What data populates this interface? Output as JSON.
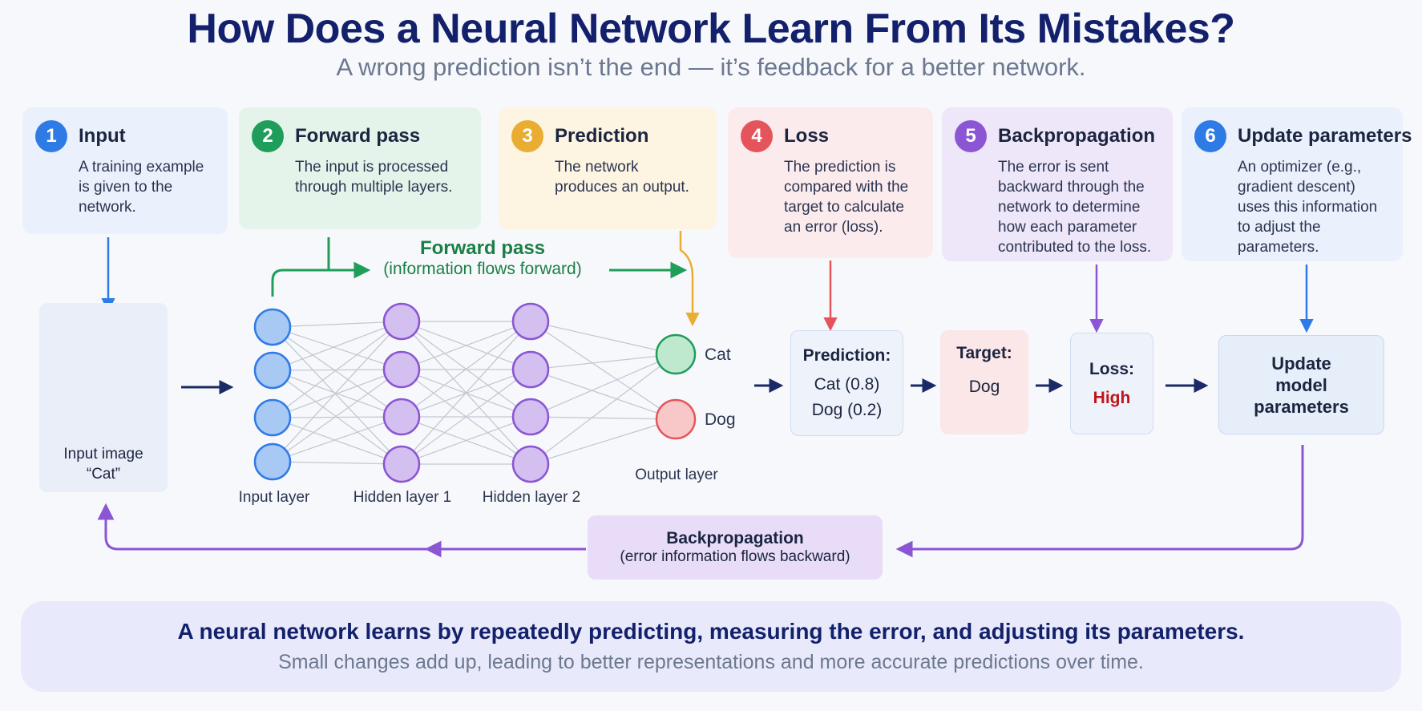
{
  "title": "How Does a Neural Network Learn From Its Mistakes?",
  "subtitle": "A wrong prediction isn’t the end — it’s feedback for a better network.",
  "steps": [
    {
      "num": "1",
      "title": "Input",
      "text": "A training example is given to the network.",
      "color": "#2f7be6",
      "bg": "#eaf1fc"
    },
    {
      "num": "2",
      "title": "Forward pass",
      "text": "The input is processed through multiple layers.",
      "color": "#1f9d5a",
      "bg": "#e4f4ea"
    },
    {
      "num": "3",
      "title": "Prediction",
      "text": "The network produces an output.",
      "color": "#e8ad31",
      "bg": "#fdf4e1"
    },
    {
      "num": "4",
      "title": "Loss",
      "text": "The prediction is compared with the target to calculate an error (loss).",
      "color": "#e5545b",
      "bg": "#fcebed"
    },
    {
      "num": "5",
      "title": "Backpropagation",
      "text": "The error is sent backward through the network to determine how each parameter contributed to the loss.",
      "color": "#8b55d4",
      "bg": "#eee6f9"
    },
    {
      "num": "6",
      "title": "Update parameters",
      "text": "An optimizer (e.g., gradient descent) uses this information to adjust the parameters.",
      "color": "#2f7be6",
      "bg": "#eaf1fc"
    }
  ],
  "input_image": {
    "label_line1": "Input image",
    "label_line2": "“Cat”"
  },
  "network": {
    "input_layer": "Input layer",
    "hidden_layer_1": "Hidden layer 1",
    "hidden_layer_2": "Hidden layer 2",
    "output_layer": "Output layer",
    "output_cat": "Cat",
    "output_dog": "Dog"
  },
  "forward_flow": {
    "line1": "Forward pass",
    "line2": "(information flows forward)"
  },
  "prediction_card": {
    "head": "Prediction:",
    "line1": "Cat (0.8)",
    "line2": "Dog (0.2)"
  },
  "target_card": {
    "head": "Target:",
    "value": "Dog"
  },
  "loss_card": {
    "head": "Loss:",
    "value": "High",
    "value_color": "#c0141a"
  },
  "update_card": {
    "line1": "Update",
    "line2": "model",
    "line3": "parameters"
  },
  "backprop_flow": {
    "line1": "Backpropagation",
    "line2": "(error information flows backward)"
  },
  "footer": {
    "line1": "A neural network learns by repeatedly predicting, measuring the error, and adjusting its parameters.",
    "line2": "Small changes add up, leading to better representations and more accurate predictions over time."
  },
  "colors": {
    "blue": "#2f7be6",
    "green": "#1f9d5a",
    "amber": "#e8ad31",
    "red": "#e5545b",
    "purple": "#8b55d4",
    "navy": "#1a2a66"
  }
}
